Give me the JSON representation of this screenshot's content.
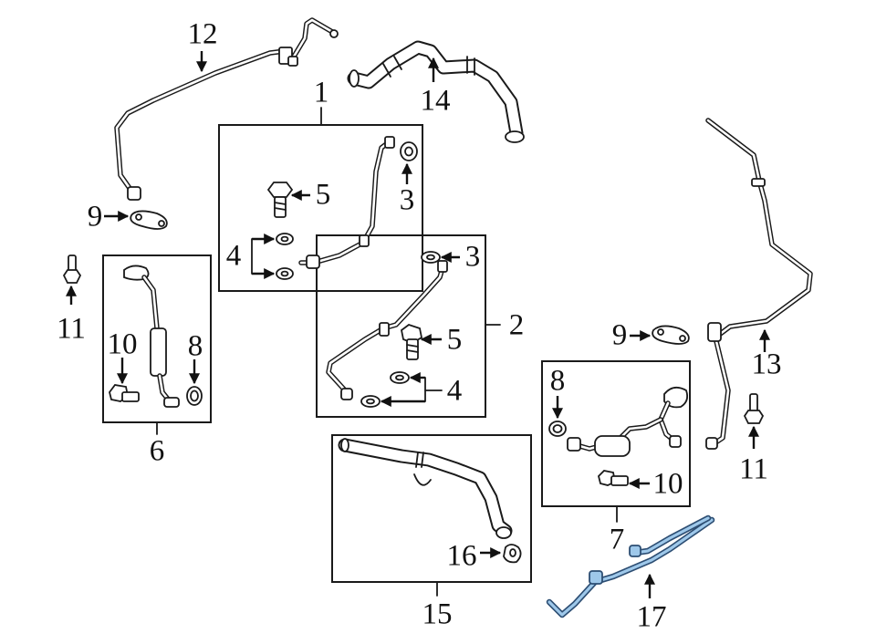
{
  "diagram": {
    "labels": {
      "c1": "1",
      "c2": "2",
      "c3a": "3",
      "c3b": "3",
      "c4a": "4",
      "c4b": "4",
      "c5a": "5",
      "c5b": "5",
      "c6": "6",
      "c7": "7",
      "c8a": "8",
      "c8b": "8",
      "c9a": "9",
      "c9b": "9",
      "c10a": "10",
      "c10b": "10",
      "c11a": "11",
      "c11b": "11",
      "c12": "12",
      "c13": "13",
      "c14": "14",
      "c15": "15",
      "c16": "16",
      "c17": "17"
    },
    "colors": {
      "line": "#1a1a1a",
      "highlight_fill": "#9ec8ea",
      "highlight_outline": "#2d4e73",
      "background": "#ffffff"
    }
  }
}
